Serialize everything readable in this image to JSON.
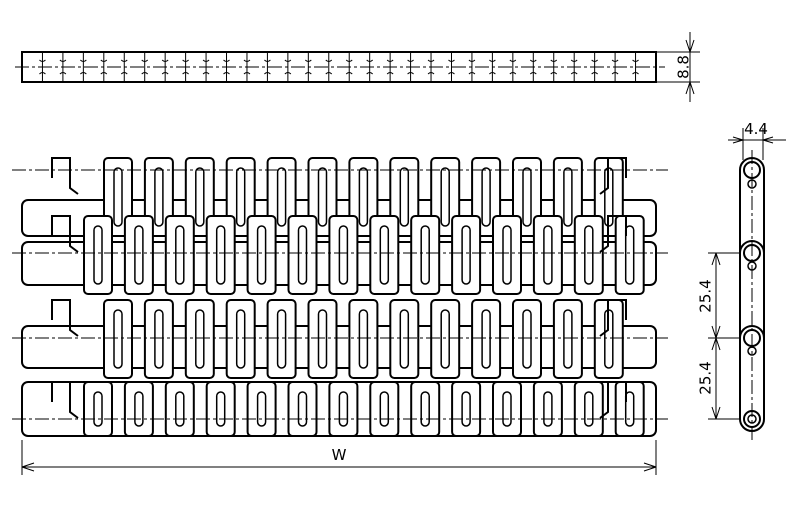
{
  "dimensions": {
    "thickness": "8.8",
    "pin_diameter": "4.4",
    "pitch_upper": "25.4",
    "pitch_lower": "25.4",
    "width": "W"
  },
  "drawing": {
    "top_view_links": 31,
    "plan_tabs_per_row": 13,
    "plan_rows": 4,
    "side_view_links": 4
  }
}
